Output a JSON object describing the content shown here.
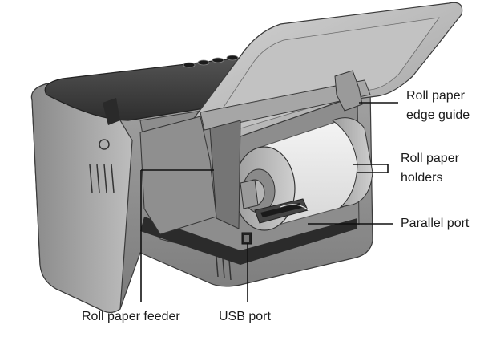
{
  "diagram": {
    "callouts": {
      "roll_paper_edge_guide": {
        "line1": "Roll paper",
        "line2": "edge guide"
      },
      "roll_paper_holders": {
        "line1": "Roll paper",
        "line2": "holders"
      },
      "parallel_port": {
        "label": "Parallel port"
      },
      "roll_paper_feeder": {
        "label": "Roll paper feeder"
      },
      "usb_port": {
        "label": "USB port"
      }
    }
  }
}
